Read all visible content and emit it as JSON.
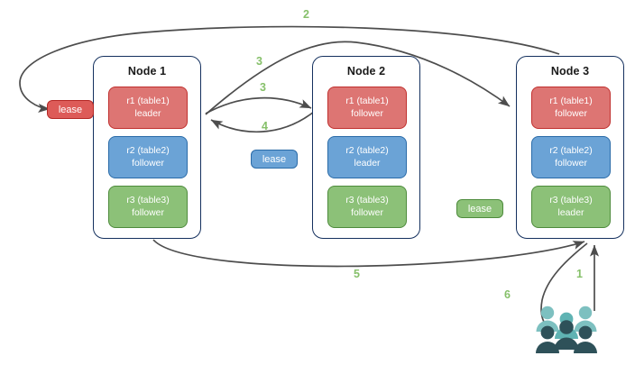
{
  "diagram": {
    "title": "Raft multi-node lease and replica placement diagram",
    "colors": {
      "red": "#dd7573",
      "red_border": "#c0302e",
      "blue": "#6ba3d6",
      "blue_border": "#2a6ba8",
      "green": "#8cc178",
      "green_border": "#4e8b3c",
      "node_border": "#14305e",
      "arrow": "#4d4d4d",
      "step_label": "#86c06a",
      "users_light": "#7dc0c0",
      "users_dark": "#2e5159"
    }
  },
  "nodes": [
    {
      "id": "node-1",
      "title": "Node 1",
      "replicas": [
        {
          "id": "r1",
          "name": "r1 (table1)",
          "role": "leader",
          "color": "red"
        },
        {
          "id": "r2",
          "name": "r2 (table2)",
          "role": "follower",
          "color": "blue"
        },
        {
          "id": "r3",
          "name": "r3 (table3)",
          "role": "follower",
          "color": "green"
        }
      ]
    },
    {
      "id": "node-2",
      "title": "Node 2",
      "replicas": [
        {
          "id": "r1",
          "name": "r1 (table1)",
          "role": "follower",
          "color": "red"
        },
        {
          "id": "r2",
          "name": "r2 (table2)",
          "role": "leader",
          "color": "blue"
        },
        {
          "id": "r3",
          "name": "r3 (table3)",
          "role": "follower",
          "color": "green"
        }
      ]
    },
    {
      "id": "node-3",
      "title": "Node 3",
      "replicas": [
        {
          "id": "r1",
          "name": "r1 (table1)",
          "role": "follower",
          "color": "red"
        },
        {
          "id": "r2",
          "name": "r2 (table2)",
          "role": "follower",
          "color": "blue"
        },
        {
          "id": "r3",
          "name": "r3 (table3)",
          "role": "leader",
          "color": "green"
        }
      ]
    }
  ],
  "leases": [
    {
      "id": "lease-table1",
      "label": "lease",
      "color": "red"
    },
    {
      "id": "lease-table2",
      "label": "lease",
      "color": "blue"
    },
    {
      "id": "lease-table3",
      "label": "lease",
      "color": "green"
    }
  ],
  "steps": [
    {
      "id": "step-1",
      "label": "1"
    },
    {
      "id": "step-2",
      "label": "2"
    },
    {
      "id": "step-3a",
      "label": "3"
    },
    {
      "id": "step-3b",
      "label": "3"
    },
    {
      "id": "step-4",
      "label": "4"
    },
    {
      "id": "step-5",
      "label": "5"
    },
    {
      "id": "step-6",
      "label": "6"
    }
  ],
  "actors": {
    "users_icon": "users-icon"
  }
}
